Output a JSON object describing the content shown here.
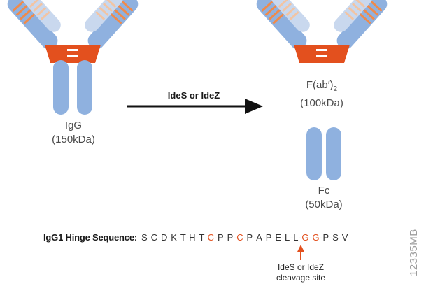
{
  "colors": {
    "heavy_chain": "#8fb1df",
    "light_chain": "#c9d8ee",
    "hinge": "#e3501e",
    "stripe_heavy": "#f08a4a",
    "stripe_light": "#f2c4a3",
    "text": "#4a4a4a",
    "arrow": "#111111",
    "highlight": "#e3501e",
    "watermark": "#9c9c9c"
  },
  "igg": {
    "name": "IgG",
    "mass": "(150kDa)"
  },
  "reaction": {
    "enzyme_label": "IdeS or IdeZ"
  },
  "fab2": {
    "name_pre": "F(ab′)",
    "name_sub": "2",
    "mass": "(100kDa)"
  },
  "fc": {
    "name": "Fc",
    "mass": "(50kDa)"
  },
  "hinge_sequence": {
    "title": "IgG1 Hinge Sequence:",
    "residues": [
      {
        "aa": "S",
        "highlight": false
      },
      {
        "aa": "C",
        "highlight": false
      },
      {
        "aa": "D",
        "highlight": false
      },
      {
        "aa": "K",
        "highlight": false
      },
      {
        "aa": "T",
        "highlight": false
      },
      {
        "aa": "H",
        "highlight": false
      },
      {
        "aa": "T",
        "highlight": false
      },
      {
        "aa": "C",
        "highlight": true
      },
      {
        "aa": "P",
        "highlight": false
      },
      {
        "aa": "P",
        "highlight": false
      },
      {
        "aa": "C",
        "highlight": true
      },
      {
        "aa": "P",
        "highlight": false
      },
      {
        "aa": "A",
        "highlight": false
      },
      {
        "aa": "P",
        "highlight": false
      },
      {
        "aa": "E",
        "highlight": false
      },
      {
        "aa": "L",
        "highlight": false
      },
      {
        "aa": "L",
        "highlight": false
      },
      {
        "aa": "G",
        "highlight": true
      },
      {
        "aa": "G",
        "highlight": true
      },
      {
        "aa": "P",
        "highlight": false
      },
      {
        "aa": "S",
        "highlight": false
      },
      {
        "aa": "V",
        "highlight": false
      }
    ]
  },
  "cleavage": {
    "line1": "IdeS or IdeZ",
    "line2": "cleavage site"
  },
  "figure_id": "12335MB"
}
